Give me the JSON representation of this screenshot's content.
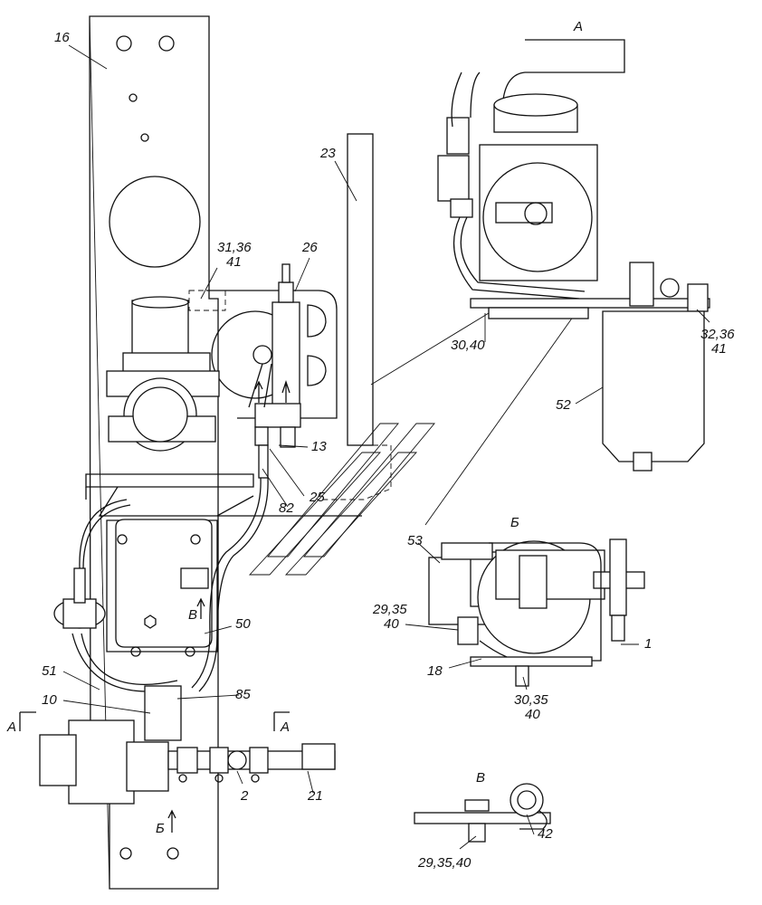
{
  "callouts": {
    "c16": "16",
    "c23": "23",
    "c26": "26",
    "c31_36": "31,36",
    "c41_left": "41",
    "c13": "13",
    "c25": "25",
    "c82": "82",
    "c50": "50",
    "c51": "51",
    "c10": "10",
    "c85": "85",
    "c2": "2",
    "c21": "21",
    "c30_40": "30,40",
    "c32_36": "32,36",
    "c41_right": "41",
    "c52": "52",
    "c53": "53",
    "c29_35": "29,35",
    "c40_b1": "40",
    "c18": "18",
    "c30_35": "30,35",
    "c40_b2": "40",
    "c1": "1",
    "c42": "42",
    "c29_35_40": "29,35,40"
  },
  "views": {
    "view_a": "А",
    "view_b": "Б",
    "view_v": "В",
    "arrow_a_left": "А",
    "arrow_a_right": "А",
    "arrow_b": "Б",
    "arrow_v": "В"
  }
}
